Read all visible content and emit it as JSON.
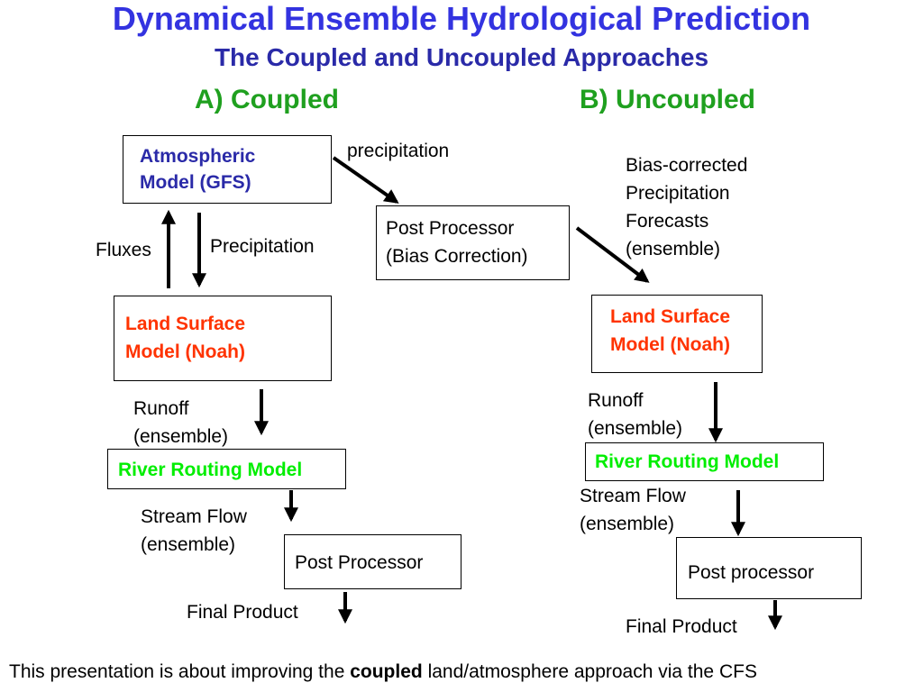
{
  "title": "Dynamical Ensemble Hydrological Prediction",
  "subtitle": "The Coupled and Uncoupled Approaches",
  "coupled": {
    "heading": "A) Coupled",
    "atmospheric_model": "Atmospheric\nModel (GFS)",
    "fluxes_label": "Fluxes",
    "precipitation_label": "Precipitation",
    "land_surface_model": "Land Surface\nModel (Noah)",
    "runoff_label": "Runoff\n(ensemble)",
    "river_routing_model": "River Routing Model",
    "stream_flow_label": "Stream Flow\n(ensemble)",
    "post_processor": "Post Processor",
    "final_product": "Final Product"
  },
  "middle": {
    "precipitation_label": "precipitation",
    "post_processor_bias": "Post Processor\n(Bias Correction)"
  },
  "uncoupled": {
    "heading": "B) Uncoupled",
    "bias_corrected_label": "Bias-corrected\nPrecipitation\nForecasts\n(ensemble)",
    "land_surface_model": "Land Surface\nModel (Noah)",
    "runoff_label": "Runoff\n(ensemble)",
    "river_routing_model": "River Routing Model",
    "stream_flow_label": "Stream Flow\n(ensemble)",
    "post_processor": "Post processor",
    "final_product": "Final Product"
  },
  "footer": {
    "prefix": "This presentation is about improving the ",
    "emphasis": "coupled",
    "suffix": " land/atmosphere approach via the CFS"
  },
  "colors": {
    "title": "#3333e0",
    "subtitle": "#2a2aa8",
    "section_heading": "#1fa01f",
    "atmospheric_model": "#2a2aa8",
    "land_surface_model": "#ff3300",
    "river_routing_model": "#00ee00"
  }
}
